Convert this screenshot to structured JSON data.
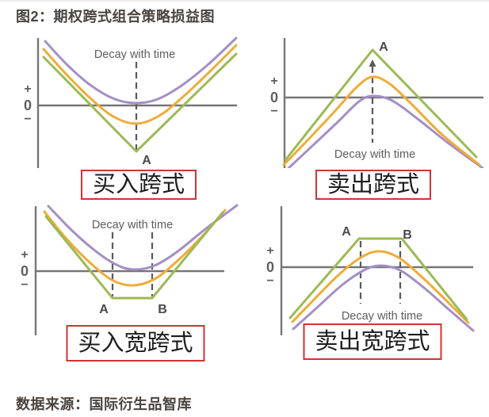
{
  "title": "图2：期权跨式组合策略损益图",
  "source": "数据来源：国际衍生品智库",
  "colors": {
    "axis": "#767676",
    "dash": "#5a5a5a",
    "decay_text": "#5d5d5d",
    "tick_text": "#5f5f5f",
    "point_label": "#4a4a4a",
    "box_border": "#cd3535",
    "box_text": "#1d1d1d",
    "title_text": "#4a4441",
    "series_before_expiry": "#a58fc5",
    "series_mid_expiry": "#eeac38",
    "series_at_expiry": "#9cba54"
  },
  "chart_data": [
    {
      "type": "line",
      "name": "long-straddle",
      "label": "买入跨式",
      "decay_annotation": {
        "text": "Decay with time",
        "x": 155,
        "y": 33
      },
      "y_ticks": [
        {
          "t": "+",
          "x": 20,
          "y": 77,
          "s": 16
        },
        {
          "t": "0",
          "x": 20,
          "y": 99,
          "s": 18
        },
        {
          "t": "−",
          "x": 20,
          "y": 115,
          "s": 16
        }
      ],
      "axis": {
        "x": 33,
        "y1": 8,
        "y2": 172
      },
      "zero": {
        "y": 93,
        "x1": 33,
        "x2": 284
      },
      "dashes": [
        {
          "x": 157,
          "y1": 38,
          "y2": 150,
          "arrow": false
        }
      ],
      "point_labels": [
        {
          "t": "A",
          "x": 170,
          "y": 167
        }
      ],
      "series": [
        {
          "name": "before-expiry",
          "color": "#a58fc5",
          "smooth": true,
          "points": [
            [
              42,
              12
            ],
            [
              70,
              42
            ],
            [
              100,
              68
            ],
            [
              130,
              85
            ],
            [
              157,
              90
            ],
            [
              184,
              85
            ],
            [
              214,
              68
            ],
            [
              248,
              41
            ],
            [
              283,
              8
            ]
          ]
        },
        {
          "name": "mid-expiry",
          "color": "#eeac38",
          "smooth": true,
          "points": [
            [
              40,
              22
            ],
            [
              68,
              53
            ],
            [
              98,
              83
            ],
            [
              128,
              107
            ],
            [
              157,
              116
            ],
            [
              186,
              106
            ],
            [
              216,
              82
            ],
            [
              250,
              50
            ],
            [
              283,
              17
            ]
          ]
        },
        {
          "name": "at-expiry",
          "color": "#9cba54",
          "smooth": false,
          "points": [
            [
              40,
              32
            ],
            [
              157,
              151
            ],
            [
              283,
              28
            ]
          ]
        }
      ]
    },
    {
      "type": "line",
      "name": "short-straddle",
      "label": "卖出跨式",
      "decay_annotation": {
        "text": "Decay with time",
        "x": 148,
        "y": 159
      },
      "y_ticks": [
        {
          "t": "+",
          "x": 21,
          "y": 67,
          "s": 16
        },
        {
          "t": "0",
          "x": 21,
          "y": 89,
          "s": 18
        },
        {
          "t": "−",
          "x": 21,
          "y": 105,
          "s": 16
        }
      ],
      "axis": {
        "x": 34,
        "y1": 8,
        "y2": 172
      },
      "zero": {
        "y": 83,
        "x1": 34,
        "x2": 285
      },
      "dashes": [
        {
          "x": 145,
          "y1": 35,
          "y2": 140,
          "arrow": true
        }
      ],
      "point_labels": [
        {
          "t": "A",
          "x": 159,
          "y": 24
        }
      ],
      "series": [
        {
          "name": "before-expiry",
          "color": "#a58fc5",
          "smooth": true,
          "points": [
            [
              37,
              174
            ],
            [
              67,
              146
            ],
            [
              100,
              115
            ],
            [
              128,
              88
            ],
            [
              146,
              81
            ],
            [
              170,
              87
            ],
            [
              202,
              110
            ],
            [
              240,
              140
            ],
            [
              284,
              172
            ]
          ]
        },
        {
          "name": "mid-expiry",
          "color": "#eeac38",
          "smooth": true,
          "points": [
            [
              33,
              168
            ],
            [
              62,
              138
            ],
            [
              95,
              103
            ],
            [
              125,
              70
            ],
            [
              145,
              57
            ],
            [
              167,
              66
            ],
            [
              197,
              94
            ],
            [
              233,
              130
            ],
            [
              280,
              168
            ]
          ]
        },
        {
          "name": "at-expiry",
          "color": "#9cba54",
          "smooth": false,
          "points": [
            [
              35,
              162
            ],
            [
              145,
              23
            ],
            [
              276,
              158
            ]
          ]
        }
      ]
    },
    {
      "type": "line",
      "name": "long-strangle",
      "label": "买入宽跨式",
      "decay_annotation": {
        "text": "Decay with time",
        "x": 152,
        "y": 33
      },
      "y_ticks": [
        {
          "t": "+",
          "x": 16,
          "y": 71,
          "s": 16
        },
        {
          "t": "0",
          "x": 16,
          "y": 93,
          "s": 18
        },
        {
          "t": "−",
          "x": 16,
          "y": 109,
          "s": 16
        }
      ],
      "axis": {
        "x": 30,
        "y1": 5,
        "y2": 168
      },
      "zero": {
        "y": 87,
        "x1": 30,
        "x2": 268
      },
      "dashes": [
        {
          "x": 127,
          "y1": 38,
          "y2": 119,
          "arrow": false
        },
        {
          "x": 177,
          "y1": 38,
          "y2": 119,
          "arrow": false
        }
      ],
      "point_labels": [
        {
          "t": "A",
          "x": 116,
          "y": 140
        },
        {
          "t": "B",
          "x": 190,
          "y": 140
        }
      ],
      "series": [
        {
          "name": "before-expiry",
          "color": "#a58fc5",
          "smooth": true,
          "points": [
            [
              46,
              5
            ],
            [
              76,
              36
            ],
            [
              106,
              62
            ],
            [
              132,
              79
            ],
            [
              154,
              85
            ],
            [
              180,
              80
            ],
            [
              208,
              63
            ],
            [
              244,
              34
            ],
            [
              284,
              4
            ]
          ]
        },
        {
          "name": "mid-expiry",
          "color": "#eeac38",
          "smooth": true,
          "points": [
            [
              41,
              12
            ],
            [
              66,
              43
            ],
            [
              96,
              74
            ],
            [
              126,
              98
            ],
            [
              152,
              105
            ],
            [
              180,
              97
            ],
            [
              210,
              73
            ],
            [
              242,
              41
            ],
            [
              269,
              10
            ]
          ]
        },
        {
          "name": "at-expiry",
          "color": "#9cba54",
          "smooth": false,
          "points": [
            [
              43,
              18
            ],
            [
              127,
              121
            ],
            [
              177,
              121
            ],
            [
              266,
              13
            ]
          ]
        }
      ]
    },
    {
      "type": "line",
      "name": "short-strangle",
      "label": "卖出宽跨式",
      "decay_annotation": {
        "text": "Decay with time",
        "x": 157,
        "y": 148
      },
      "y_ticks": [
        {
          "t": "+",
          "x": 16,
          "y": 66,
          "s": 16
        },
        {
          "t": "0",
          "x": 16,
          "y": 88,
          "s": 18
        },
        {
          "t": "−",
          "x": 16,
          "y": 104,
          "s": 16
        }
      ],
      "axis": {
        "x": 30,
        "y1": 5,
        "y2": 168
      },
      "zero": {
        "y": 82,
        "x1": 30,
        "x2": 272
      },
      "dashes": [
        {
          "x": 130,
          "y1": 49,
          "y2": 128,
          "arrow": false
        },
        {
          "x": 180,
          "y1": 49,
          "y2": 128,
          "arrow": false
        }
      ],
      "point_labels": [
        {
          "t": "A",
          "x": 112,
          "y": 42
        },
        {
          "t": "B",
          "x": 189,
          "y": 46
        }
      ],
      "series": [
        {
          "name": "before-expiry",
          "color": "#a58fc5",
          "smooth": true,
          "points": [
            [
              45,
              160
            ],
            [
              75,
              133
            ],
            [
              106,
              105
            ],
            [
              134,
              86
            ],
            [
              155,
              80
            ],
            [
              180,
              86
            ],
            [
              210,
              108
            ],
            [
              242,
              136
            ],
            [
              272,
              162
            ]
          ]
        },
        {
          "name": "mid-expiry",
          "color": "#eeac38",
          "smooth": true,
          "points": [
            [
              44,
              151
            ],
            [
              72,
              122
            ],
            [
              102,
              92
            ],
            [
              130,
              70
            ],
            [
              153,
              62
            ],
            [
              178,
              70
            ],
            [
              208,
              95
            ],
            [
              237,
              123
            ],
            [
              266,
              152
            ]
          ]
        },
        {
          "name": "at-expiry",
          "color": "#9cba54",
          "smooth": false,
          "points": [
            [
              41,
              146
            ],
            [
              128,
              46
            ],
            [
              182,
              46
            ],
            [
              264,
              148
            ]
          ]
        }
      ]
    }
  ]
}
